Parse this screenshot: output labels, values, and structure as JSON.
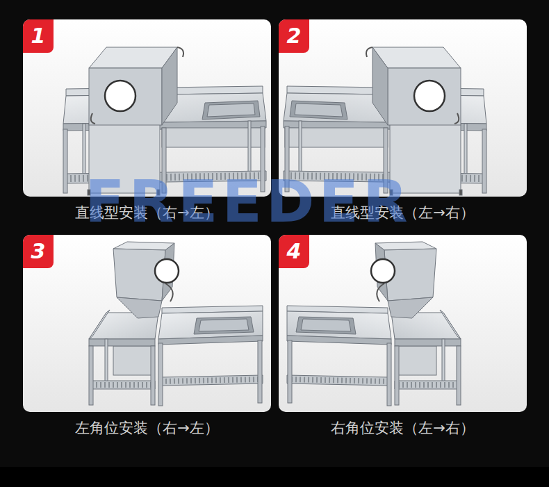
{
  "diagram": {
    "nodes": [
      {
        "text": [
          "直线型安装（右→左）"
        ]
      },
      {
        "text": [
          "1"
        ],
        "in": 0
      },
      {
        "text": [
          "直线型安装（左→右）"
        ]
      },
      {
        "text": [
          "2"
        ],
        "in": 2
      },
      {
        "text": [
          "左角位安装（右→左）"
        ]
      },
      {
        "text": [
          "3"
        ],
        "in": 4
      },
      {
        "text": [
          "右角位安装（左→右）"
        ]
      },
      {
        "text": [
          "4"
        ],
        "in": 6
      }
    ],
    "labels": [
      "FREEDER"
    ]
  }
}
